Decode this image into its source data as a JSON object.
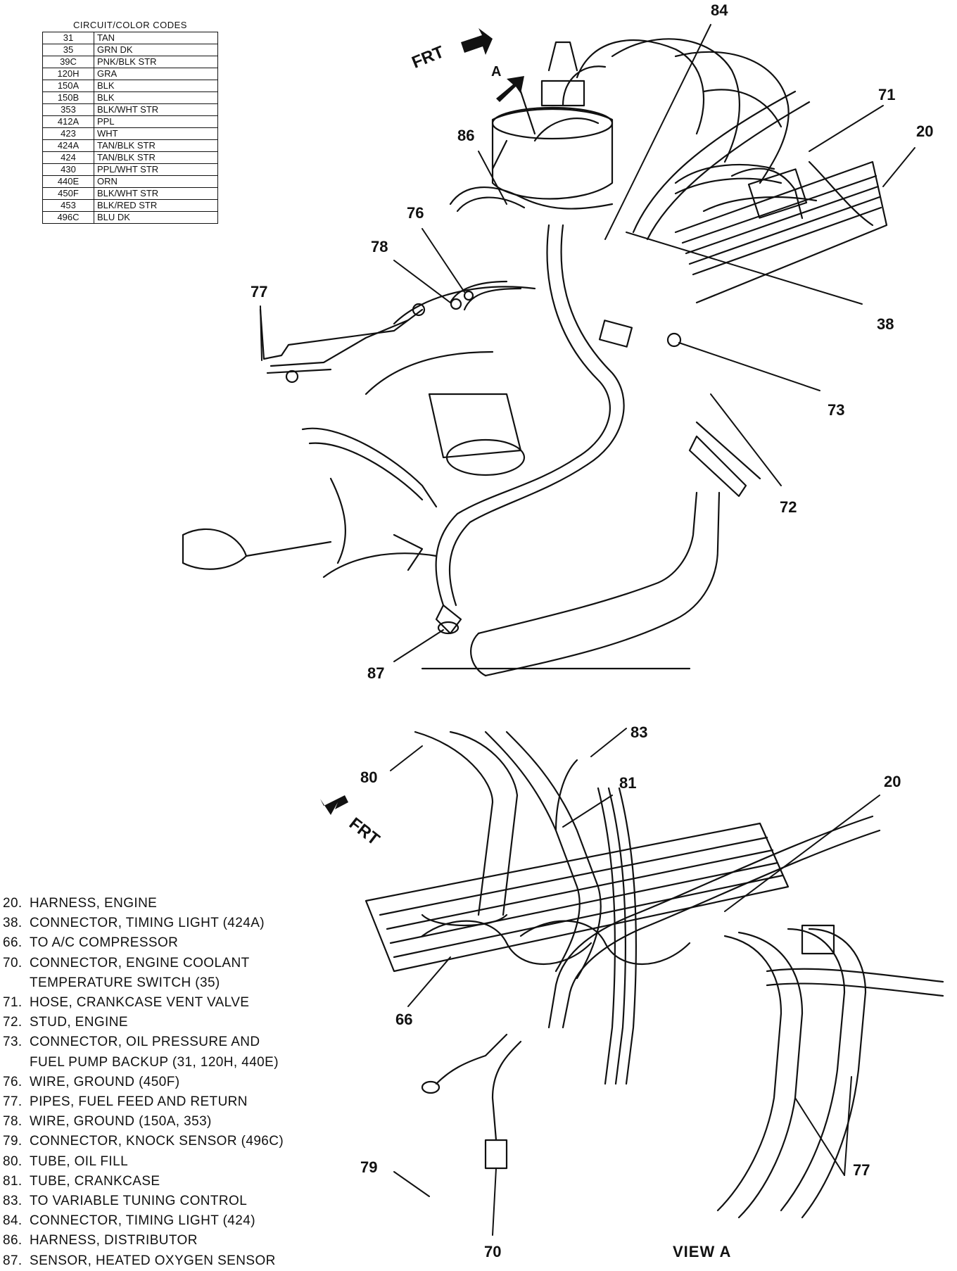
{
  "codes_table": {
    "title": "CIRCUIT/COLOR CODES",
    "rows": [
      {
        "circuit": "31",
        "color": "TAN"
      },
      {
        "circuit": "35",
        "color": "GRN DK"
      },
      {
        "circuit": "39C",
        "color": "PNK/BLK STR"
      },
      {
        "circuit": "120H",
        "color": "GRA"
      },
      {
        "circuit": "150A",
        "color": "BLK"
      },
      {
        "circuit": "150B",
        "color": "BLK"
      },
      {
        "circuit": "353",
        "color": "BLK/WHT STR"
      },
      {
        "circuit": "412A",
        "color": "PPL"
      },
      {
        "circuit": "423",
        "color": "WHT"
      },
      {
        "circuit": "424A",
        "color": "TAN/BLK STR"
      },
      {
        "circuit": "424",
        "color": "TAN/BLK STR"
      },
      {
        "circuit": "430",
        "color": "PPL/WHT STR"
      },
      {
        "circuit": "440E",
        "color": "ORN"
      },
      {
        "circuit": "450F",
        "color": "BLK/WHT STR"
      },
      {
        "circuit": "453",
        "color": "BLK/RED STR"
      },
      {
        "circuit": "496C",
        "color": "BLU DK"
      }
    ]
  },
  "orientation": {
    "front_label_top": "FRT",
    "view_marker": "A",
    "front_label_bottom": "FRT"
  },
  "callouts_top": [
    "84",
    "71",
    "20",
    "86",
    "76",
    "78",
    "77",
    "38",
    "73",
    "72",
    "87"
  ],
  "callouts_bottom": [
    "83",
    "80",
    "81",
    "20",
    "66",
    "77",
    "79",
    "70"
  ],
  "view_label": "VIEW A",
  "legend": [
    {
      "num": "20.",
      "text": "HARNESS, ENGINE"
    },
    {
      "num": "38.",
      "text": "CONNECTOR, TIMING LIGHT (424A)"
    },
    {
      "num": "66.",
      "text": "TO A/C COMPRESSOR"
    },
    {
      "num": "70.",
      "text": "CONNECTOR, ENGINE COOLANT",
      "cont": "TEMPERATURE SWITCH (35)"
    },
    {
      "num": "71.",
      "text": "HOSE, CRANKCASE VENT VALVE"
    },
    {
      "num": "72.",
      "text": "STUD, ENGINE"
    },
    {
      "num": "73.",
      "text": "CONNECTOR, OIL PRESSURE AND",
      "cont": "FUEL PUMP BACKUP (31, 120H, 440E)"
    },
    {
      "num": "76.",
      "text": "WIRE, GROUND (450F)"
    },
    {
      "num": "77.",
      "text": "PIPES, FUEL FEED AND RETURN"
    },
    {
      "num": "78.",
      "text": "WIRE, GROUND (150A, 353)"
    },
    {
      "num": "79.",
      "text": "CONNECTOR, KNOCK SENSOR (496C)"
    },
    {
      "num": "80.",
      "text": "TUBE, OIL FILL"
    },
    {
      "num": "81.",
      "text": "TUBE, CRANKCASE"
    },
    {
      "num": "83.",
      "text": "TO VARIABLE TUNING CONTROL"
    },
    {
      "num": "84.",
      "text": "CONNECTOR, TIMING LIGHT (424)"
    },
    {
      "num": "86.",
      "text": "HARNESS, DISTRIBUTOR"
    },
    {
      "num": "87.",
      "text": "SENSOR, HEATED OXYGEN SENSOR"
    }
  ]
}
